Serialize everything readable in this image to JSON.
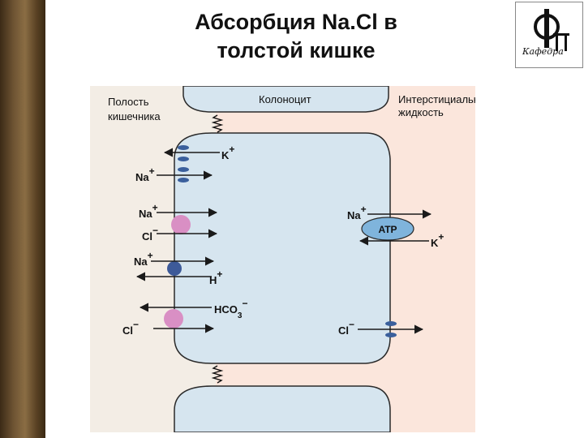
{
  "slide": {
    "title_line1": "Абсорбция Na.Cl в",
    "title_line2": "толстой кишке"
  },
  "logo": {
    "caption": "Кафедра"
  },
  "regions": {
    "lumen_line1": "Полость",
    "lumen_line2": "кишечника",
    "cell": "Колоноцит",
    "interstitial_line1": "Интерстициальная",
    "interstitial_line2": "жидкость"
  },
  "ions": {
    "k_apical": "K",
    "na_channel": "Na",
    "na_sym": "Na",
    "cl_sym": "Cl",
    "na_antiport": "Na",
    "h_antiport": "H",
    "hco3_base": "HCO",
    "hco3_sub": "3",
    "cl_antiport": "Cl",
    "na_pump": "Na",
    "k_pump": "K",
    "cl_basal": "Cl",
    "plus": "+",
    "minus": "−"
  },
  "pump": {
    "label": "ATP"
  },
  "colors": {
    "lumen": "#f3ede5",
    "interstitial": "#fbe6dc",
    "cell": "#d6e5ef",
    "channel": "#3a5f9c",
    "cotransporter_pink": "#d98fc4",
    "antiporter_blue": "#3d5a99",
    "pump": "#7fb4dc"
  }
}
